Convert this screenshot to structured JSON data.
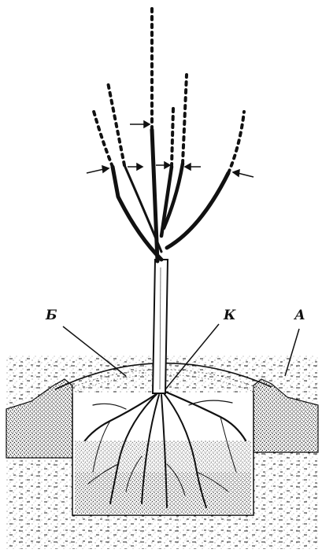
{
  "labels": {
    "b": "Б",
    "k": "К",
    "a": "А"
  },
  "colors": {
    "ink": "#111111",
    "paper": "#ffffff"
  }
}
